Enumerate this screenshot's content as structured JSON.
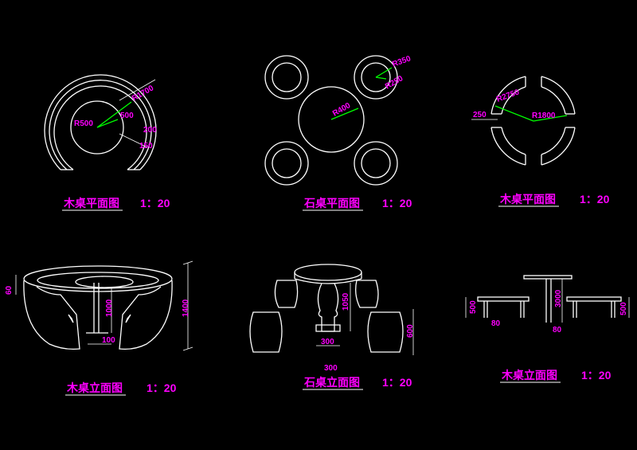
{
  "colors": {
    "background": "#000000",
    "line": "#ffffff",
    "dimension": "#ff00ff",
    "leader": "#00ff00"
  },
  "titles": {
    "wood_plan_1": "木桌平面图",
    "stone_plan": "石桌平面图",
    "wood_plan_2": "木桌平面图",
    "wood_elev_1": "木桌立面图",
    "stone_elev": "石桌立面图",
    "wood_elev_2": "木桌立面图",
    "scale": "1：20"
  },
  "dims": {
    "wp1": {
      "r1700": "R1700",
      "r500": "R500",
      "d500": "500",
      "d200": "200",
      "d150": "150"
    },
    "sp": {
      "r350": "R350",
      "r250": "R250",
      "r400": "R400"
    },
    "wp2": {
      "r2750": "R2750",
      "d250": "250",
      "r1800": "R1800"
    },
    "we1": {
      "d60": "60",
      "d1000": "1000",
      "d1400": "1400",
      "d100": "100"
    },
    "se": {
      "d1050": "1050",
      "d600": "600",
      "d300": "300",
      "d300b": "300"
    },
    "we2": {
      "d500a": "500",
      "d80a": "80",
      "d3000": "3000",
      "d80b": "80",
      "d500b": "500"
    }
  }
}
